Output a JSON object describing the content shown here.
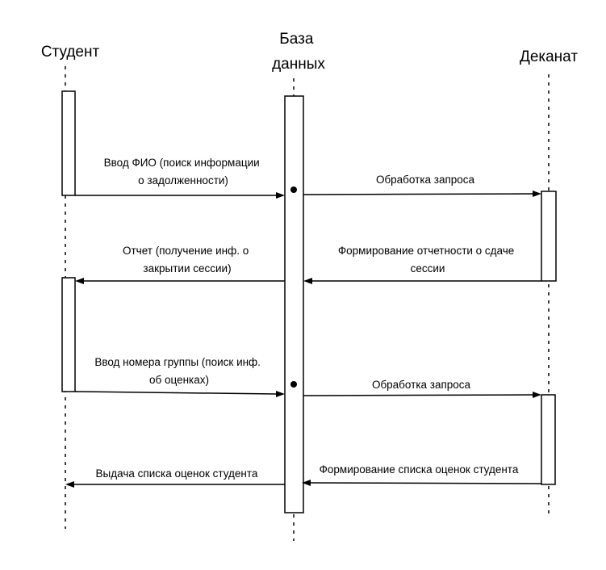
{
  "actors": {
    "student": {
      "lines": [
        "Студент"
      ]
    },
    "database": {
      "lines": [
        "База",
        "данных"
      ]
    },
    "deanery": {
      "lines": [
        "Деканат"
      ]
    }
  },
  "messages": {
    "m1": {
      "lines": [
        "Ввод ФИО (поиск информации",
        "о задолженности)"
      ]
    },
    "m2": {
      "lines": [
        "Обработка запроса"
      ]
    },
    "m3": {
      "lines": [
        "Отчет (получение инф. о",
        "закрытии сессии)"
      ]
    },
    "m4": {
      "lines": [
        "Формирование отчетности о сдаче",
        "сессии"
      ]
    },
    "m5": {
      "lines": [
        "Ввод номера группы (поиск инф.",
        "об оценках)"
      ]
    },
    "m6": {
      "lines": [
        "Обработка запроса"
      ]
    },
    "m7": {
      "lines": [
        "Выдача списка оценок студента"
      ]
    },
    "m8": {
      "lines": [
        "Формирование списка оценок студента"
      ]
    }
  }
}
